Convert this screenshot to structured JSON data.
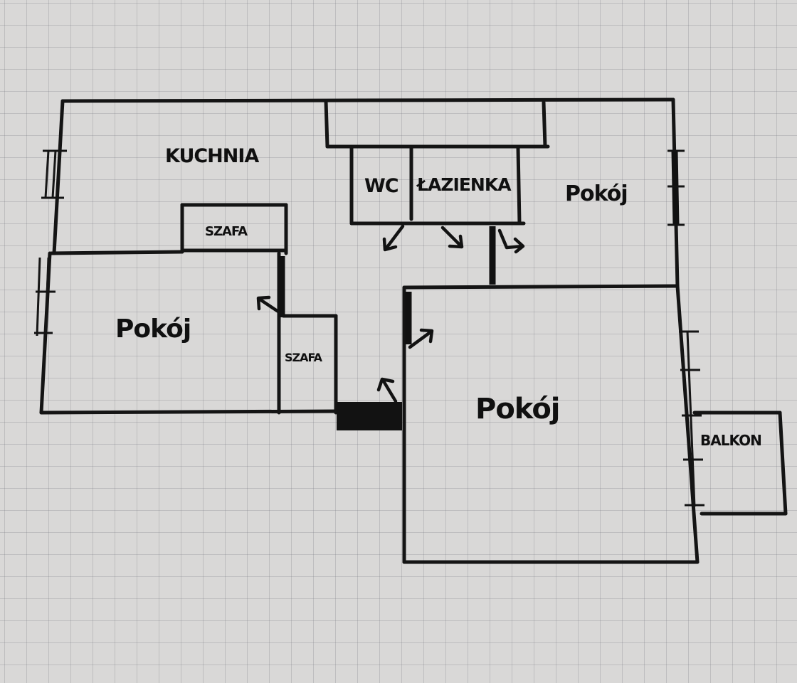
{
  "labels": {
    "kitchen": "KUCHNIA",
    "wc": "WC",
    "bathroom": "ŁAZIENKA",
    "room_top_right": "Pokój",
    "wardrobe_top": "SZAFA",
    "room_left": "Pokój",
    "wardrobe_side": "SZAFA",
    "room_main": "Pokój",
    "balcony": "BALKON"
  }
}
